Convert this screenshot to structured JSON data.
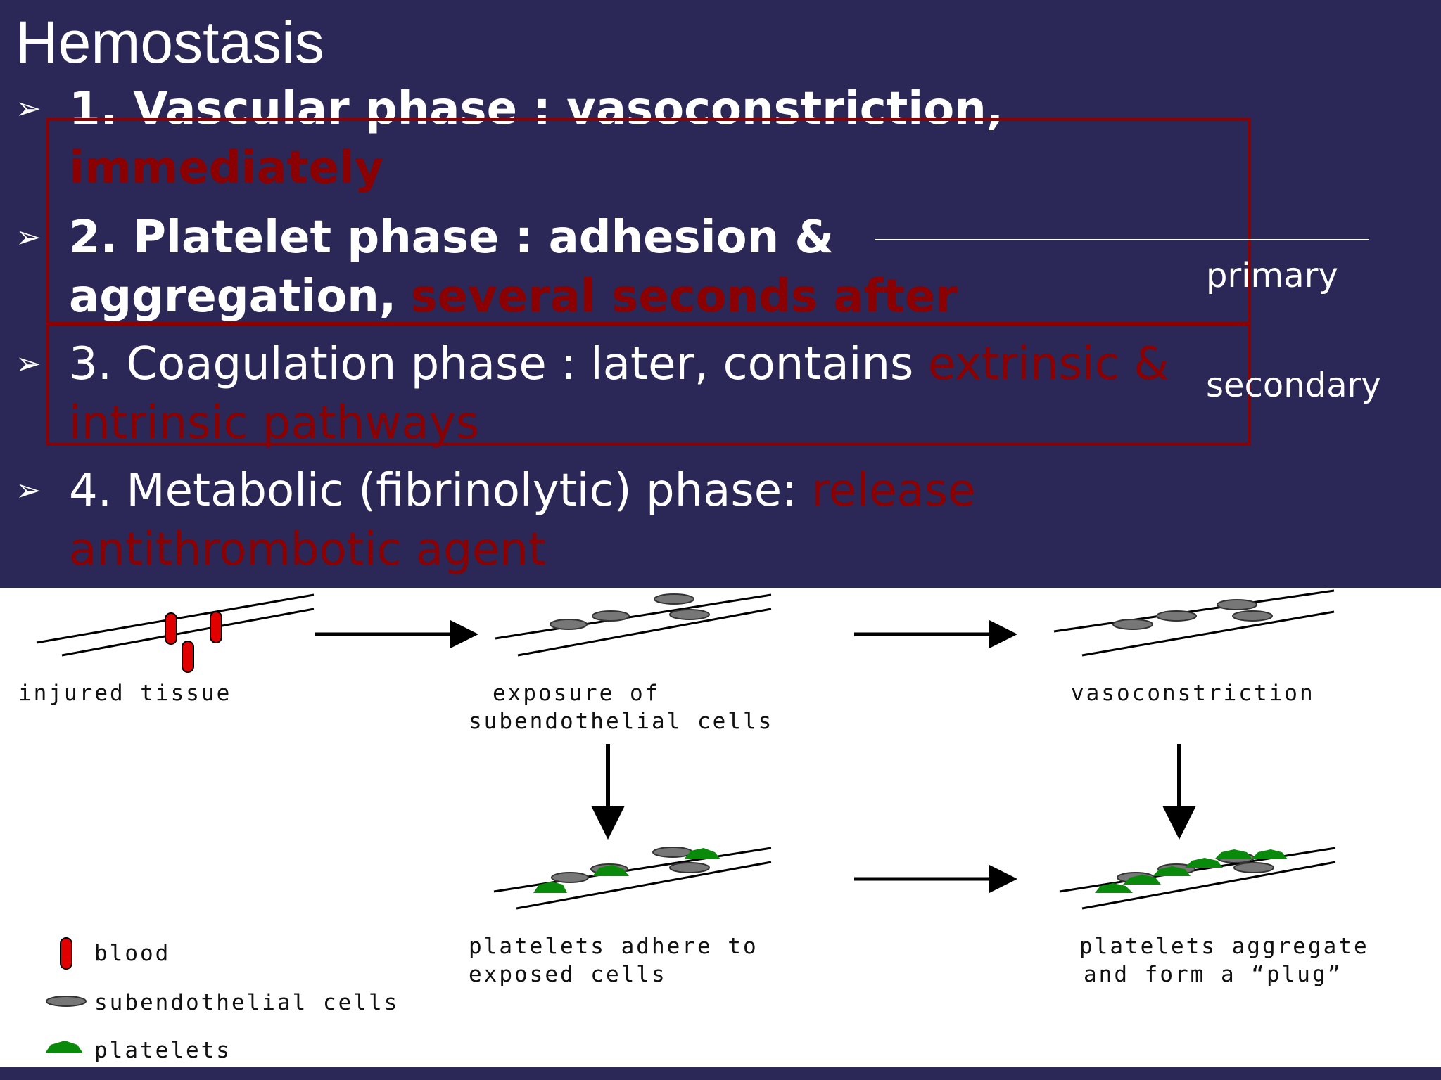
{
  "title": "Hemostasis",
  "bullets": [
    {
      "marker": "➢",
      "bold_text": "1. Vascular phase : vasoconstriction,",
      "red_text": "immediately"
    },
    {
      "marker": "➢",
      "bold_text": "2. Platelet phase : adhesion & aggregation,",
      "red_text": "several seconds after"
    },
    {
      "marker": "➢",
      "text": "3. Coagulation phase : later, contains",
      "red_text": "extrinsic & intrinsic pathways"
    },
    {
      "marker": "➢",
      "text": "4. Metabolic (fibrinolytic) phase:",
      "red_text": "release antithrombotic agent"
    }
  ],
  "labels": {
    "primary": "primary",
    "secondary": "secondary"
  },
  "diagram": {
    "captions": {
      "injured": "injured tissue",
      "exposure_1": "exposure of",
      "exposure_2": "subendothelial cells",
      "vaso": "vasoconstriction",
      "adhere_1": "platelets adhere to",
      "adhere_2": "exposed cells",
      "aggregate_1": "platelets aggregate",
      "aggregate_2": "and form a “plug”"
    },
    "legend": {
      "blood": "blood",
      "subendothelial": "subendothelial cells",
      "platelets": "platelets"
    }
  },
  "colors": {
    "background": "#2b2756",
    "accent_red": "#8b0000",
    "blood": "#e00000",
    "platelet": "#0a8a0a",
    "cell": "#777777"
  }
}
